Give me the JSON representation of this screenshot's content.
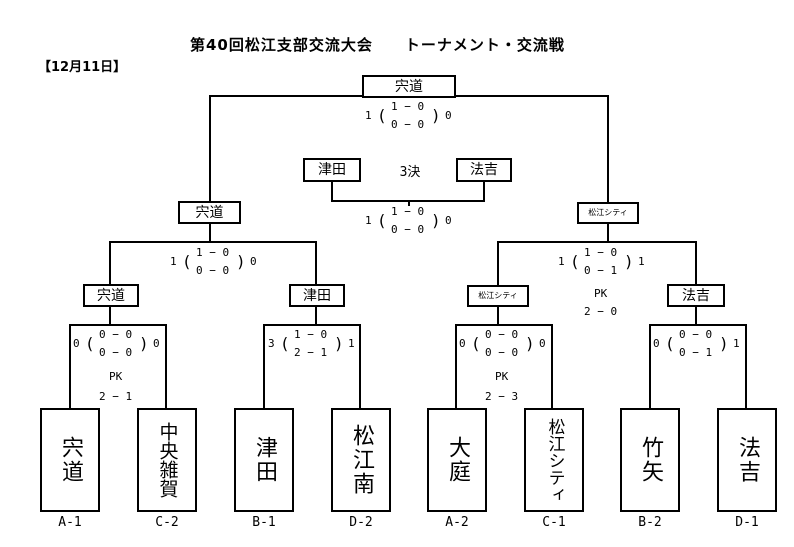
{
  "title": "第40回松江支部交流大会　　トーナメント・交流戦",
  "date": "【12月11日】",
  "teams": [
    {
      "name": "宍道",
      "seed": "A-1"
    },
    {
      "name": "中央雑賀",
      "seed": "C-2"
    },
    {
      "name": "津田",
      "seed": "B-1"
    },
    {
      "name": "松江南",
      "seed": "D-2"
    },
    {
      "name": "大庭",
      "seed": "A-2"
    },
    {
      "name": "松江シティ",
      "seed": "C-1"
    },
    {
      "name": "竹矢",
      "seed": "B-2"
    },
    {
      "name": "法吉",
      "seed": "D-1"
    }
  ],
  "round1": [
    {
      "winner": "宍道",
      "left": "0",
      "right": "0",
      "top": "0 − 0",
      "bottom": "0 − 0",
      "pk": "PK",
      "pk_score": "2 − 1"
    },
    {
      "winner": "津田",
      "left": "3",
      "right": "1",
      "top": "1 − 0",
      "bottom": "2 − 1",
      "pk": "",
      "pk_score": ""
    },
    {
      "winner": "松江シティ",
      "left": "0",
      "right": "0",
      "top": "0 − 0",
      "bottom": "0 − 0",
      "pk": "PK",
      "pk_score": "2 − 3"
    },
    {
      "winner": "法吉",
      "left": "0",
      "right": "1",
      "top": "0 − 0",
      "bottom": "0 − 1",
      "pk": "",
      "pk_score": ""
    }
  ],
  "semis": [
    {
      "winner": "宍道",
      "left": "1",
      "right": "0",
      "top": "1 − 0",
      "bottom": "0 − 0",
      "pk": "",
      "pk_score": ""
    },
    {
      "winner": "松江シティ",
      "left": "1",
      "right": "1",
      "top": "1 − 0",
      "bottom": "0 − 1",
      "pk": "PK",
      "pk_score": "2 − 0"
    }
  ],
  "final": {
    "winner": "宍道",
    "left": "1",
    "right": "0",
    "top": "1 − 0",
    "bottom": "0 − 0"
  },
  "third_place": {
    "label": "3決",
    "team_left": "津田",
    "team_right": "法吉",
    "left": "1",
    "right": "0",
    "top": "1 − 0",
    "bottom": "0 − 0"
  }
}
